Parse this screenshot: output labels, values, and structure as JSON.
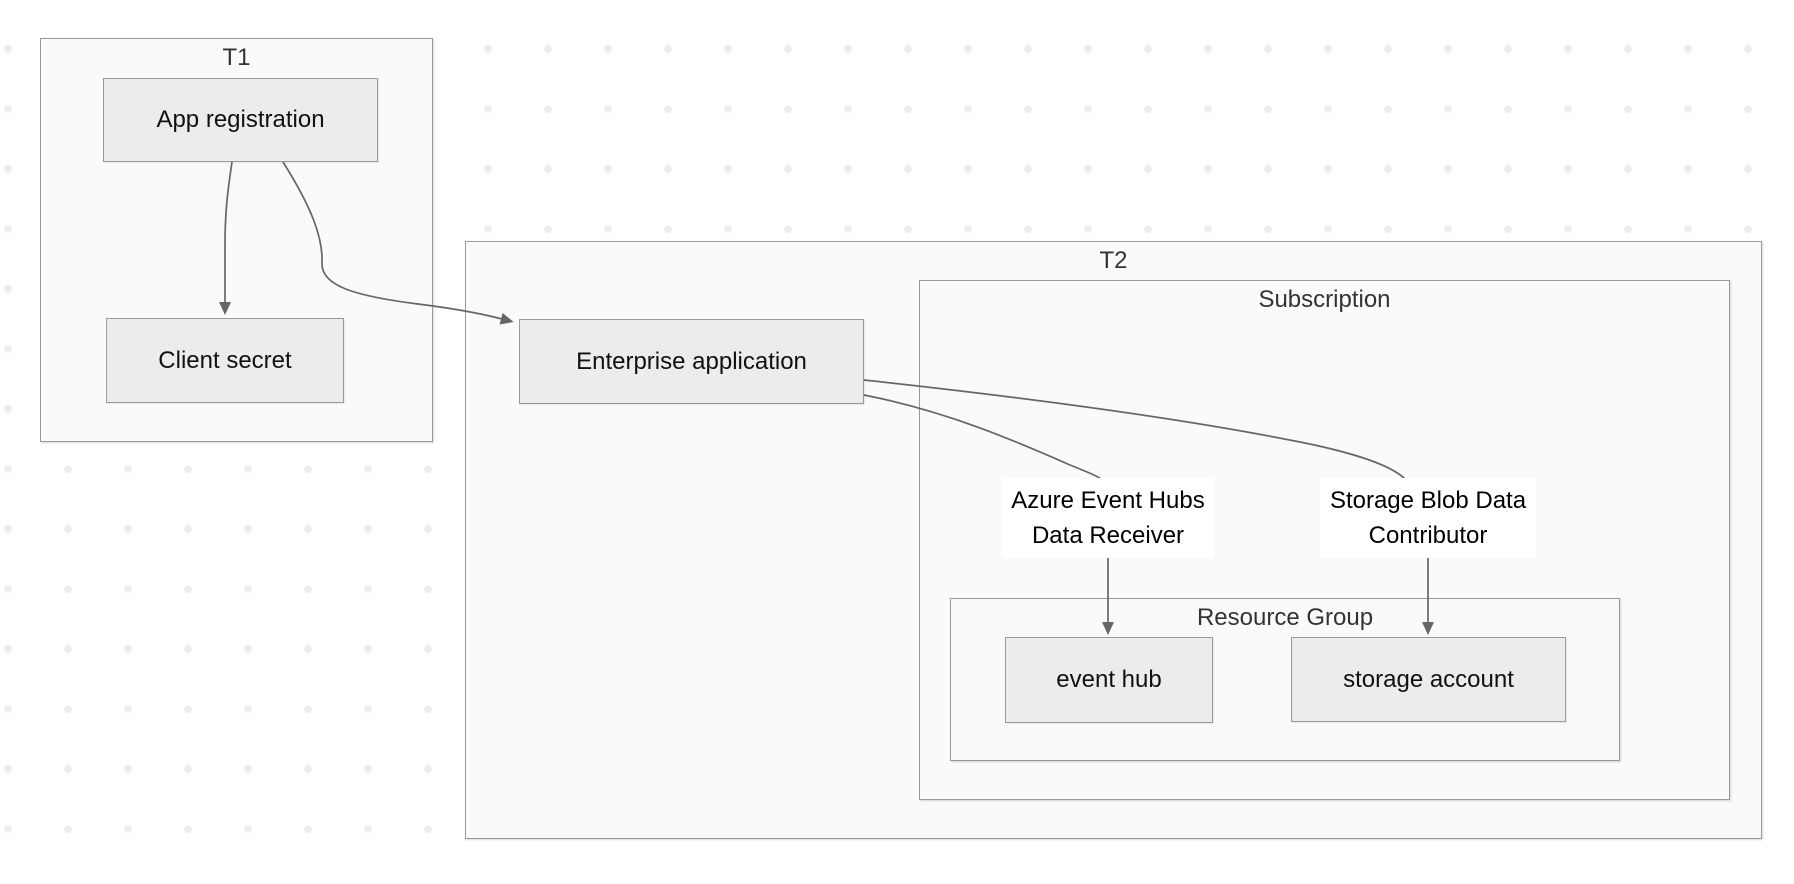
{
  "diagram": {
    "clusters": [
      {
        "id": "t1",
        "label": "T1"
      },
      {
        "id": "t2",
        "label": "T2"
      },
      {
        "id": "subscription",
        "label": "Subscription"
      },
      {
        "id": "resource-group",
        "label": "Resource Group"
      }
    ],
    "nodes": [
      {
        "id": "app-registration",
        "label": "App registration"
      },
      {
        "id": "client-secret",
        "label": "Client secret"
      },
      {
        "id": "enterprise-application",
        "label": "Enterprise application"
      },
      {
        "id": "event-hub",
        "label": "event hub"
      },
      {
        "id": "storage-account",
        "label": "storage account"
      }
    ],
    "edge_labels": [
      {
        "lines": [
          "Azure Event Hubs",
          "Data Receiver"
        ]
      },
      {
        "lines": [
          "Storage Blob Data",
          "Contributor"
        ]
      }
    ],
    "colors": {
      "bg": "#ffffff",
      "dot": "#ececec",
      "cluster-fill": "#fafafa",
      "cluster-border": "#999999",
      "cluster-text": "#333333",
      "node-fill": "#ececec",
      "node-border": "#999999",
      "node-text": "#111111",
      "edge": "#666666",
      "label-bg": "#ffffff",
      "label-text": "#000000"
    }
  }
}
